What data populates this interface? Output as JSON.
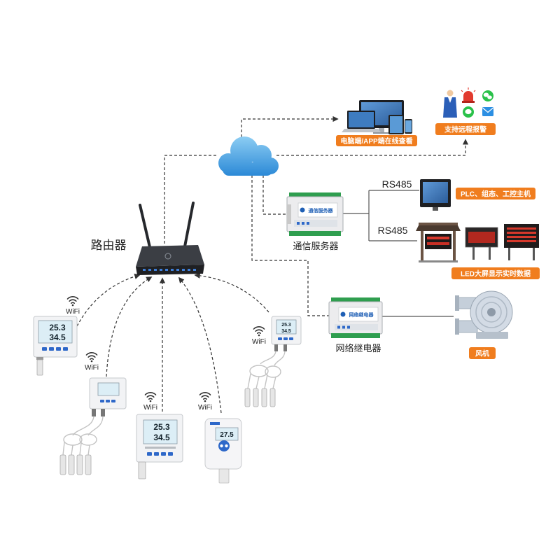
{
  "router": {
    "label": "路由器"
  },
  "wifi_labels": [
    "WiFi",
    "WiFi",
    "WiFi",
    "WiFi",
    "WiFi"
  ],
  "badges": {
    "online_view": "电脑端/APP端在线查看",
    "remote_alarm": "支持远程报警",
    "plc_host": "PLC、组态、工控主机",
    "led_display": "LED大屏显示实时数据",
    "fan": "风机"
  },
  "links": {
    "rs485_top": "RS485",
    "rs485_bottom": "RS485"
  },
  "comm_server": {
    "label": "通信服务器",
    "face_logo": "通信服务器"
  },
  "network_relay": {
    "label": "网络继电器",
    "face_logo": "网络继电器"
  },
  "sensors": {
    "wall_sensor": {
      "temp": "25.3",
      "humidity": "34.5"
    },
    "center_sensor": {
      "temp": "25.3",
      "humidity": "34.5"
    },
    "logger": {
      "reading": "27.5"
    },
    "probe_sensor": {
      "temp": "25.3",
      "humidity": "34.5"
    }
  },
  "colors": {
    "badge": "#F07D1E",
    "cloud": "#3A98DE",
    "line": "#333333",
    "device_button": "#2E68C9",
    "terminal": "#2F9E4F",
    "led_red": "#D6382B"
  },
  "icons": [
    "router-icon",
    "cloud-icon",
    "wifi-icon",
    "monitor-icon",
    "laptop-icon",
    "tablet-icon",
    "phone-icon",
    "person-icon",
    "alarm-light-icon",
    "wechat-icon",
    "sms-icon",
    "email-icon",
    "plc-monitor-icon",
    "led-screen-icon",
    "fan-blower-icon"
  ]
}
